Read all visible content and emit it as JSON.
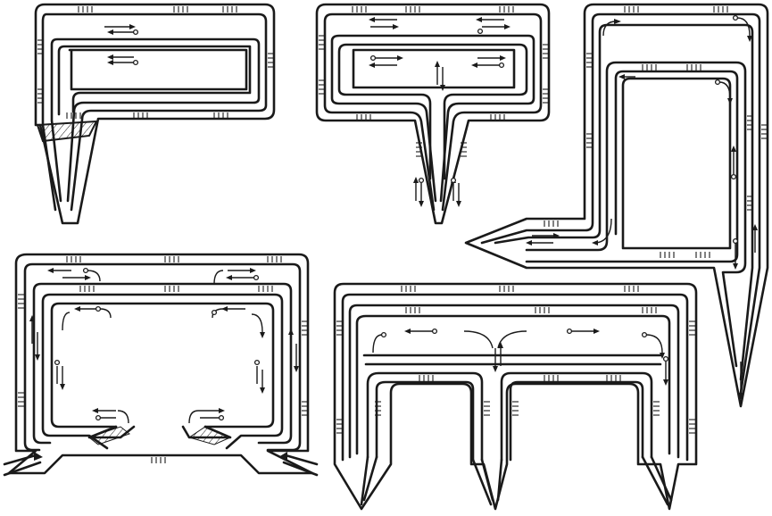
{
  "figure": {
    "background": "#ffffff",
    "ink": "#1a1a1a",
    "panels": [
      {
        "id": "panel-a",
        "shape": "L-shaped frame with single downward leg, hatched junction"
      },
      {
        "id": "panel-b",
        "shape": "T-shaped frame with central downward leg"
      },
      {
        "id": "panel-c",
        "shape": "L-shaped frame with long vertical leg and horizontal arm"
      },
      {
        "id": "panel-d",
        "shape": "closed rectangular frame with two inclined inlets at bottom"
      },
      {
        "id": "panel-e",
        "shape": "nested triple frame with three downward legs"
      }
    ]
  }
}
